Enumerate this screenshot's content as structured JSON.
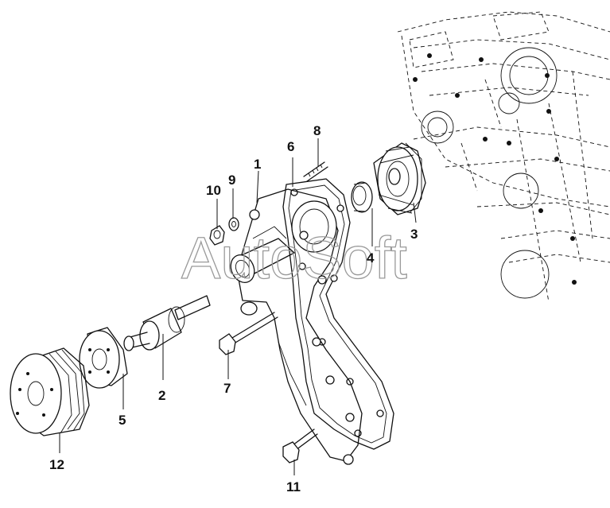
{
  "watermark": "AutoSoft",
  "callouts": [
    {
      "id": "part-1",
      "label": "1"
    },
    {
      "id": "part-2",
      "label": "2"
    },
    {
      "id": "part-3",
      "label": "3"
    },
    {
      "id": "part-4",
      "label": "4"
    },
    {
      "id": "part-5",
      "label": "5"
    },
    {
      "id": "part-6",
      "label": "6"
    },
    {
      "id": "part-7",
      "label": "7"
    },
    {
      "id": "part-8",
      "label": "8"
    },
    {
      "id": "part-9",
      "label": "9"
    },
    {
      "id": "part-10",
      "label": "10"
    },
    {
      "id": "part-11",
      "label": "11"
    },
    {
      "id": "part-12",
      "label": "12"
    }
  ]
}
